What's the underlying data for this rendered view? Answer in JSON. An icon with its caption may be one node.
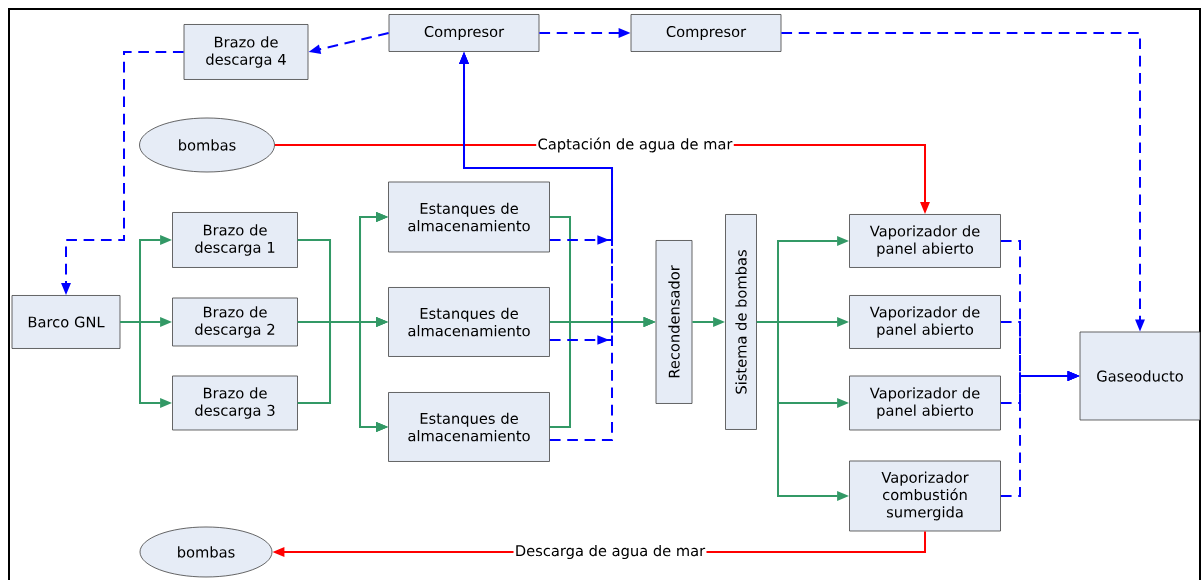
{
  "diagram": {
    "nodes": [
      {
        "text": [
          "Brazo de descarga 4"
        ]
      },
      {
        "text": [
          "Compresor"
        ]
      },
      {
        "text": [
          "Compresor"
        ]
      },
      {
        "text": [
          "bombas"
        ]
      },
      {
        "text": [
          "Estanques de almacenamiento"
        ]
      },
      {
        "text": [
          "Brazo de descarga 1"
        ]
      },
      {
        "text": [
          "Barco GNL"
        ]
      },
      {
        "text": [
          "Brazo de descarga 2"
        ]
      },
      {
        "text": [
          "Estanques de almacenamiento"
        ]
      },
      {
        "text": [
          "Recondensador"
        ]
      },
      {
        "text": [
          "Sistema de bombas"
        ]
      },
      {
        "text": [
          "Vaporizador de panel abierto"
        ]
      },
      {
        "text": [
          "Vaporizador de panel abierto"
        ]
      },
      {
        "text": [
          "Vaporizador de panel abierto"
        ]
      },
      {
        "text": [
          "Gaseoducto"
        ]
      },
      {
        "text": [
          "Brazo de descarga 3"
        ]
      },
      {
        "text": [
          "Estanques de almacenamiento"
        ]
      },
      {
        "text": [
          "Vaporizador combustión sumergida"
        ]
      },
      {
        "text": [
          "bombas"
        ]
      }
    ],
    "edges": [
      {
        "from": 1,
        "to": 0,
        "arrow": "to",
        "style": "dashed",
        "color": "#0000ff"
      },
      {
        "from": 1,
        "to": 2,
        "arrow": "to",
        "style": "dashed",
        "color": "#0000ff"
      },
      {
        "from": 2,
        "to": 14,
        "arrow": "to",
        "style": "dashed",
        "color": "#0000ff"
      },
      {
        "from": 0,
        "to": 6,
        "arrow": "to",
        "style": "dashed",
        "color": "#0000ff"
      },
      {
        "from": 3,
        "to": 11,
        "arrow": "to",
        "label": "Captación de agua de mar",
        "color": "#ff0000"
      },
      {
        "from": 6,
        "to": 5,
        "arrow": "to"
      },
      {
        "from": 6,
        "to": 7,
        "arrow": "to"
      },
      {
        "from": 6,
        "to": 15,
        "arrow": "to"
      },
      {
        "from": 5,
        "to": 4,
        "arrow": "to"
      },
      {
        "from": 5,
        "to": 8,
        "arrow": "to"
      },
      {
        "from": 5,
        "to": 16,
        "arrow": "to"
      },
      {
        "from": 7,
        "to": 4,
        "arrow": "to"
      },
      {
        "from": 7,
        "to": 8,
        "arrow": "to"
      },
      {
        "from": 7,
        "to": 16,
        "arrow": "to"
      },
      {
        "from": 15,
        "to": 4,
        "arrow": "to"
      },
      {
        "from": 15,
        "to": 8,
        "arrow": "to"
      },
      {
        "from": 15,
        "to": 16,
        "arrow": "to"
      },
      {
        "from": 4,
        "to": 9,
        "arrow": "to"
      },
      {
        "from": 8,
        "to": 9,
        "arrow": "to"
      },
      {
        "from": 16,
        "to": 9,
        "arrow": "to"
      },
      {
        "from": 9,
        "to": 10,
        "arrow": "to"
      },
      {
        "from": 10,
        "to": 11,
        "arrow": "to"
      },
      {
        "from": 10,
        "to": 12,
        "arrow": "to"
      },
      {
        "from": 10,
        "to": 13,
        "arrow": "to"
      },
      {
        "from": 10,
        "to": 17,
        "arrow": "to"
      },
      {
        "from": 4,
        "to": 1,
        "arrow": "to",
        "style": "dashed",
        "color": "#0000ff"
      },
      {
        "from": 8,
        "to": 1,
        "arrow": "to",
        "style": "dashed",
        "color": "#0000ff"
      },
      {
        "from": 16,
        "to": 1,
        "arrow": "to",
        "style": "dashed",
        "color": "#0000ff"
      },
      {
        "from": 11,
        "to": 14,
        "arrow": "to",
        "style": "dashed",
        "color": "#0000ff"
      },
      {
        "from": 12,
        "to": 14,
        "arrow": "to",
        "style": "dashed",
        "color": "#0000ff"
      },
      {
        "from": 13,
        "to": 14,
        "arrow": "to",
        "style": "dashed",
        "color": "#0000ff"
      },
      {
        "from": 17,
        "to": 14,
        "arrow": "to",
        "style": "dashed",
        "color": "#0000ff"
      },
      {
        "from": 17,
        "to": 18,
        "arrow": "to",
        "label": "Descarga de agua de mar",
        "color": "#ff0000"
      }
    ]
  }
}
